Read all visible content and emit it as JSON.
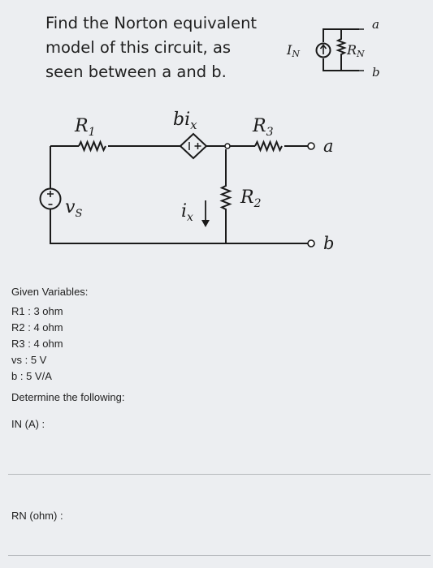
{
  "question": {
    "lines": [
      "Find the Norton equivalent",
      "model of this circuit, as",
      "seen between a and b."
    ]
  },
  "diagram": {
    "r1": "R",
    "r1_sub": "1",
    "r2": "R",
    "r2_sub": "2",
    "r3": "R",
    "r3_sub": "3",
    "vs": "v",
    "vs_sub": "S",
    "dep_source": "bi",
    "dep_source_sub": "x",
    "current": "i",
    "current_sub": "x",
    "terminal_a": "a",
    "terminal_b": "b",
    "norton_in": "I",
    "norton_in_sub": "N",
    "norton_rn": "R",
    "norton_rn_sub": "N",
    "norton_a": "a",
    "norton_b": "b"
  },
  "given": {
    "heading": "Given Variables:",
    "items": [
      "R1 : 3 ohm",
      "R2 : 4 ohm",
      "R3 : 4 ohm",
      "vs : 5 V",
      "b : 5 V/A"
    ],
    "determine": "Determine the following:"
  },
  "answers": {
    "in_label": "IN (A) :",
    "in_value": "",
    "rn_label": "RN (ohm) :",
    "rn_value": ""
  }
}
